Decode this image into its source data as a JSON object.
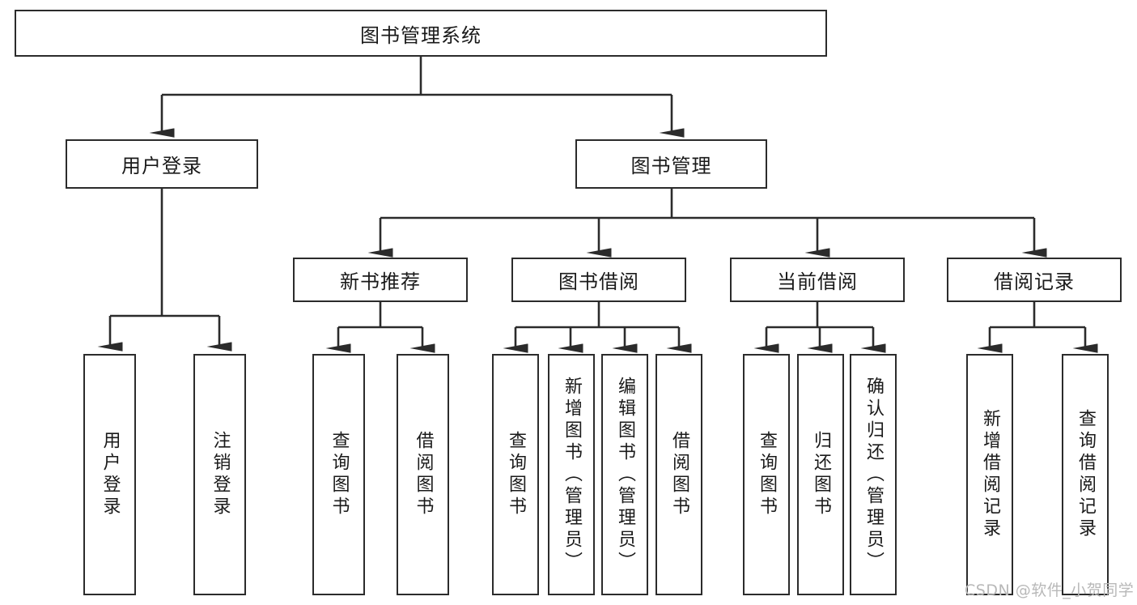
{
  "diagram": {
    "type": "tree-hierarchy",
    "title": "图书管理系统",
    "root": {
      "label": "图书管理系统"
    },
    "level2": [
      {
        "label": "用户登录"
      },
      {
        "label": "图书管理"
      }
    ],
    "level3": [
      {
        "label": "新书推荐",
        "parent": "图书管理"
      },
      {
        "label": "图书借阅",
        "parent": "图书管理"
      },
      {
        "label": "当前借阅",
        "parent": "图书管理"
      },
      {
        "label": "借阅记录",
        "parent": "图书管理"
      }
    ],
    "leaves": {
      "user_login": [
        {
          "label": "用户登录"
        },
        {
          "label": "注销登录"
        }
      ],
      "new_book_recommend": [
        {
          "label": "查询图书"
        },
        {
          "label": "借阅图书"
        }
      ],
      "book_borrow": [
        {
          "label": "查询图书"
        },
        {
          "label": "新增图书（管理员）"
        },
        {
          "label": "编辑图书（管理员）"
        },
        {
          "label": "借阅图书"
        }
      ],
      "current_borrow": [
        {
          "label": "查询图书"
        },
        {
          "label": "归还图书"
        },
        {
          "label": "确认归还（管理员）"
        }
      ],
      "borrow_record": [
        {
          "label": "新增借阅记录"
        },
        {
          "label": "查询借阅记录"
        }
      ]
    }
  },
  "watermark": {
    "text": "CSDN @软件_小贺同学"
  },
  "colors": {
    "border": "#2b2b2b",
    "background": "#ffffff",
    "text": "#1a1a1a",
    "watermark": "#b8b8b8"
  }
}
